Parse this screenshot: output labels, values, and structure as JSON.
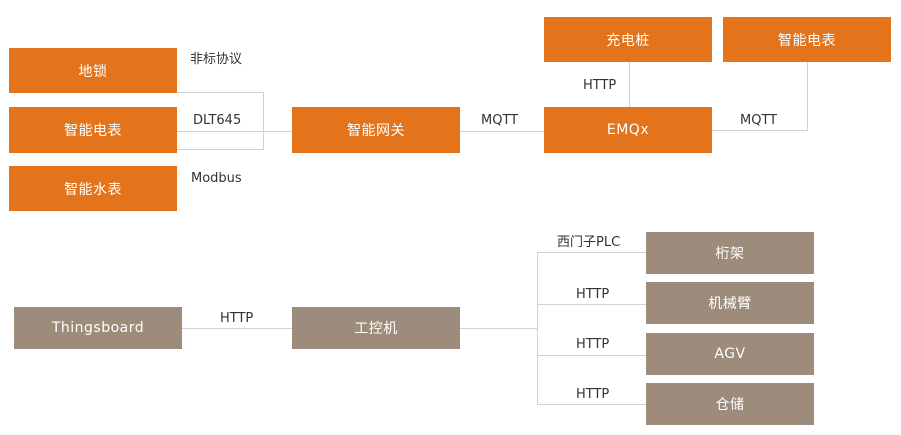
{
  "top_section": {
    "devices": [
      {
        "label": "地锁",
        "protocol": "非标协议"
      },
      {
        "label": "智能电表",
        "protocol": "DLT645"
      },
      {
        "label": "智能水表",
        "protocol": "Modbus"
      }
    ],
    "gateway": {
      "label": "智能网关"
    },
    "gateway_to_broker_protocol": "MQTT",
    "broker": {
      "label": "EMQx"
    },
    "charger": {
      "label": "充电桩",
      "protocol": "HTTP"
    },
    "meter": {
      "label": "智能电表",
      "protocol": "MQTT"
    }
  },
  "bottom_section": {
    "platform": {
      "label": "Thingsboard"
    },
    "platform_protocol": "HTTP",
    "controller": {
      "label": "工控机"
    },
    "equipment": [
      {
        "label": "桁架",
        "protocol": "西门子PLC"
      },
      {
        "label": "机械臂",
        "protocol": "HTTP"
      },
      {
        "label": "AGV",
        "protocol": "HTTP"
      },
      {
        "label": "仓储",
        "protocol": "HTTP"
      }
    ]
  },
  "colors": {
    "iot_node": "#e3741b",
    "industrial_node": "#9d8c7c",
    "connector": "#d2d2d2"
  }
}
